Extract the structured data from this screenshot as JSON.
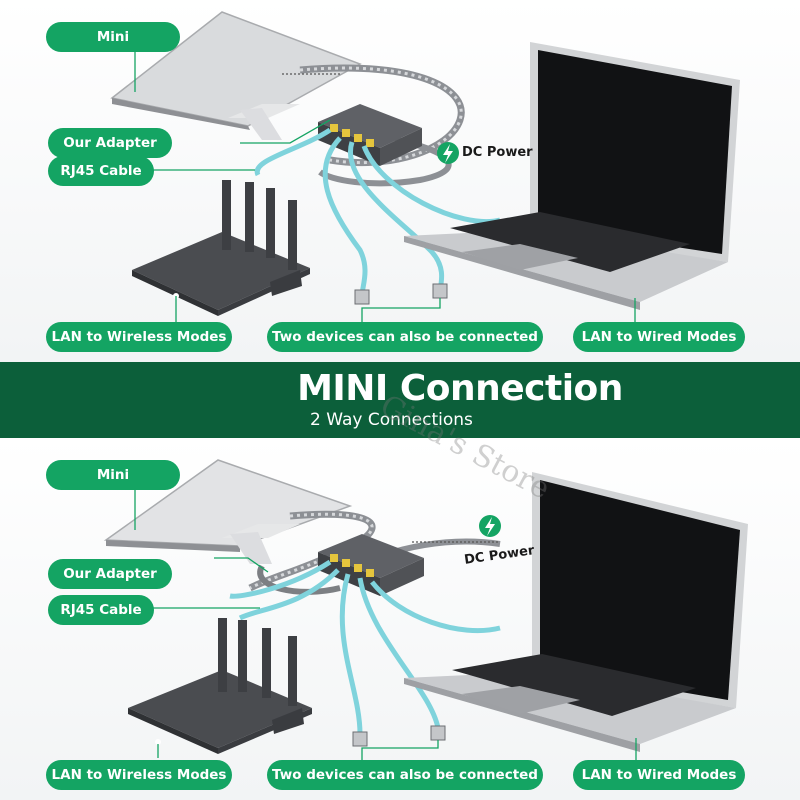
{
  "banner": {
    "title": "MINI Connection",
    "subtitle": "2 Way Connections"
  },
  "top": {
    "labels": {
      "mini": "Mini",
      "adapter": "Our Adapter",
      "rj45": "RJ45 Cable",
      "dc_power": "DC Power",
      "wireless": "LAN to Wireless Modes",
      "two_devices": "Two devices can also be connected",
      "wired": "LAN to Wired Modes"
    }
  },
  "bottom": {
    "labels": {
      "mini": "Mini",
      "adapter": "Our Adapter",
      "rj45": "RJ45 Cable",
      "dc_power": "DC Power",
      "wireless": "LAN to Wireless Modes",
      "two_devices": "Two devices can also be connected",
      "wired": "LAN to Wired Modes"
    }
  },
  "watermark": "Gina's Store",
  "colors": {
    "label_green": "#14a463",
    "banner_green": "#0c5f3a",
    "cable_blue": "#7fd3dc",
    "device_gray": "#4a4c50",
    "laptop_silver": "#c9cbce"
  },
  "icons": {
    "dc_power": "lightning-bolt-icon"
  }
}
